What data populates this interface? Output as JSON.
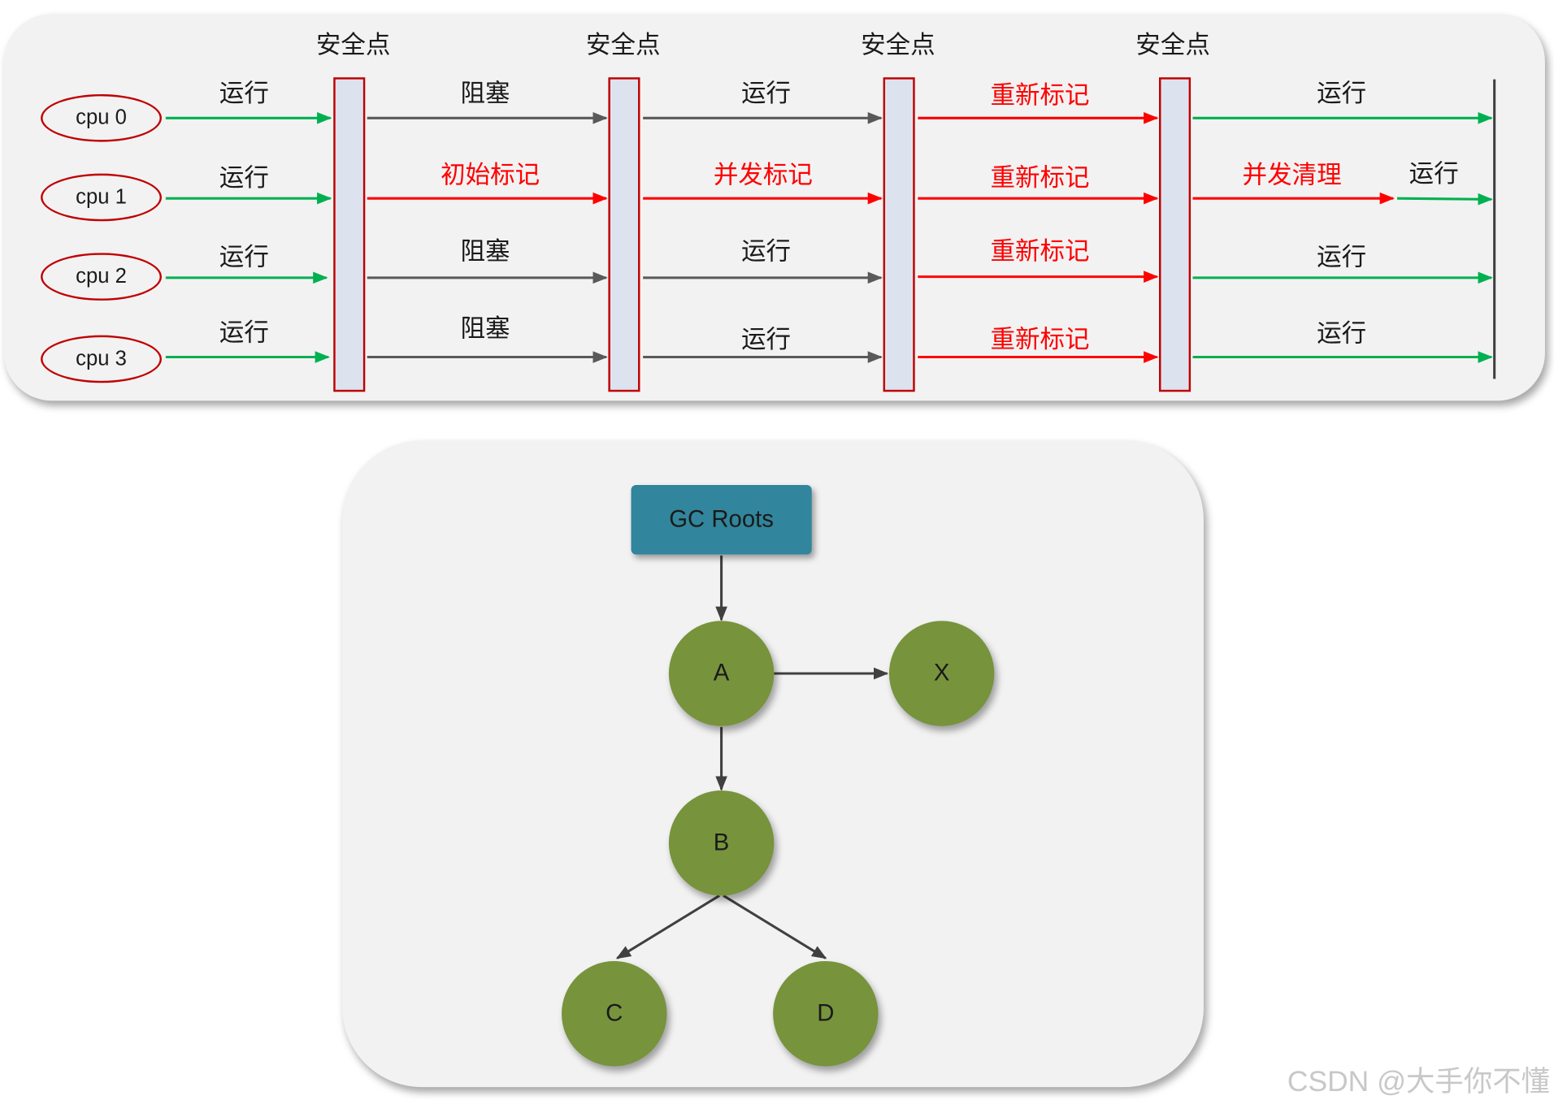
{
  "colors": {
    "run": "#00b050",
    "mark": "#ff0000",
    "blocked": "#595959",
    "node": "#77933c",
    "root": "#31859c",
    "panel": "#f2f2f2",
    "border": "#c00000"
  },
  "timeline": {
    "safepoints": [
      "安全点",
      "安全点",
      "安全点",
      "安全点"
    ],
    "cpus": [
      {
        "name": "cpu 0",
        "segments": [
          {
            "label": "运行",
            "kind": "run"
          },
          {
            "label": "阻塞",
            "kind": "blocked"
          },
          {
            "label": "运行",
            "kind": "blocked"
          },
          {
            "label": "重新标记",
            "kind": "mark"
          },
          {
            "label": "运行",
            "kind": "run"
          }
        ]
      },
      {
        "name": "cpu 1",
        "segments": [
          {
            "label": "运行",
            "kind": "run"
          },
          {
            "label": "初始标记",
            "kind": "mark"
          },
          {
            "label": "并发标记",
            "kind": "mark"
          },
          {
            "label": "重新标记",
            "kind": "mark"
          },
          {
            "label": "并发清理",
            "kind": "mark"
          },
          {
            "label": "运行",
            "kind": "run"
          }
        ]
      },
      {
        "name": "cpu 2",
        "segments": [
          {
            "label": "运行",
            "kind": "run"
          },
          {
            "label": "阻塞",
            "kind": "blocked"
          },
          {
            "label": "运行",
            "kind": "blocked"
          },
          {
            "label": "重新标记",
            "kind": "mark"
          },
          {
            "label": "运行",
            "kind": "run"
          }
        ]
      },
      {
        "name": "cpu 3",
        "segments": [
          {
            "label": "运行",
            "kind": "run"
          },
          {
            "label": "阻塞",
            "kind": "blocked"
          },
          {
            "label": "运行",
            "kind": "blocked"
          },
          {
            "label": "重新标记",
            "kind": "mark"
          },
          {
            "label": "运行",
            "kind": "run"
          }
        ]
      }
    ]
  },
  "graph": {
    "root": "GC Roots",
    "nodes": {
      "a": "A",
      "x": "X",
      "b": "B",
      "c": "C",
      "d": "D"
    },
    "edges": [
      [
        "GC Roots",
        "A"
      ],
      [
        "A",
        "X"
      ],
      [
        "A",
        "B"
      ],
      [
        "B",
        "C"
      ],
      [
        "B",
        "D"
      ]
    ]
  },
  "watermark": "CSDN @大手你不懂"
}
